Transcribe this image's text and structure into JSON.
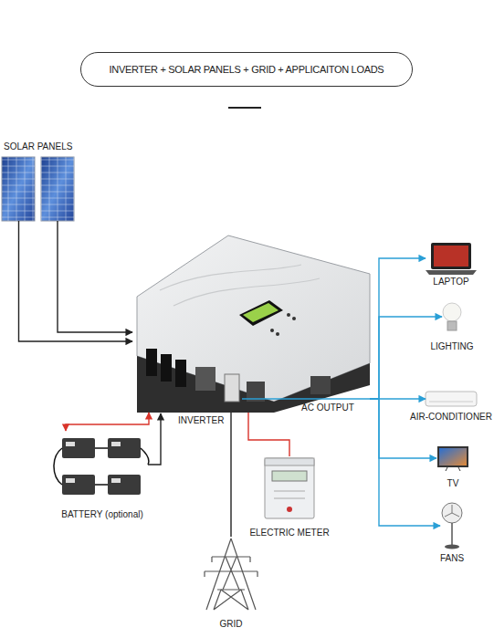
{
  "diagram": {
    "title": "INVERTER + SOLAR PANELS + GRID + APPLICAITON LOADS",
    "nodes": [
      {
        "text": [
          "SOLAR PANELS"
        ]
      },
      {
        "text": [
          "INVERTER"
        ]
      },
      {
        "text": [
          "LAPTOP"
        ]
      },
      {
        "text": [
          "LIGHTING"
        ]
      },
      {
        "text": [
          "AIR-CONDITIONER"
        ]
      },
      {
        "text": [
          "TV"
        ]
      },
      {
        "text": [
          "FANS"
        ]
      },
      {
        "text": [
          "BATTERY (optional)"
        ]
      },
      {
        "text": [
          "ELECTRIC METER"
        ]
      },
      {
        "text": [
          "GRID"
        ]
      }
    ],
    "edges": [
      {
        "from": 0,
        "to": 1,
        "arrow": "to"
      },
      {
        "from": 1,
        "to": 7,
        "arrow": "both"
      },
      {
        "from": 1,
        "to": 8,
        "arrow": "none"
      },
      {
        "from": 9,
        "to": 1,
        "arrow": "none"
      },
      {
        "from": 1,
        "to": 2,
        "arrow": "to"
      },
      {
        "from": 1,
        "to": 3,
        "arrow": "to"
      },
      {
        "from": 1,
        "to": 4,
        "arrow": "to",
        "label": "AC OUTPUT"
      },
      {
        "from": 1,
        "to": 5,
        "arrow": "to"
      },
      {
        "from": 1,
        "to": 6,
        "arrow": "to"
      }
    ]
  }
}
